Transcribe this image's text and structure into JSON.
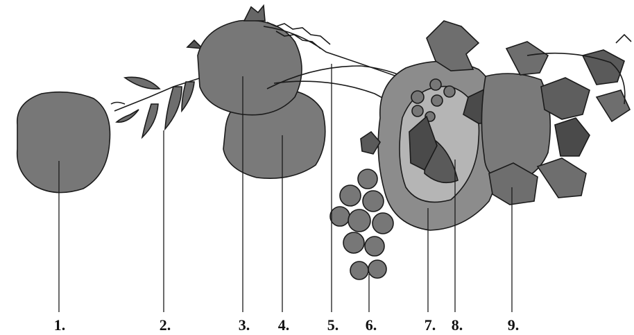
{
  "labels": [
    "1.",
    "2.",
    "3.",
    "4.",
    "5.",
    "6.",
    "7.",
    "8.",
    "9."
  ],
  "colors": {
    "fruit": "#777777",
    "fruit_light": "#8c8c8c",
    "leaf": "#6e6e6e",
    "leaf_dark": "#4a4a4a",
    "ink": "#1a1a1a",
    "background": "#ffffff"
  }
}
